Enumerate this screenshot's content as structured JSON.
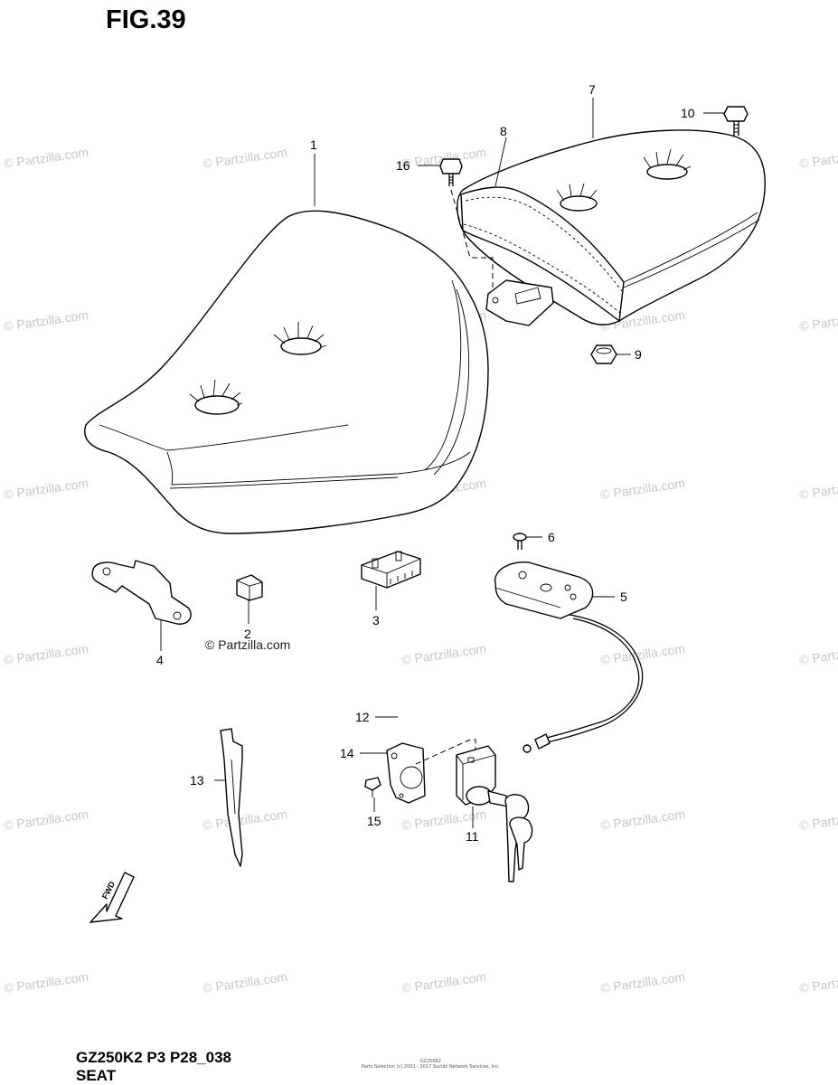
{
  "figure": {
    "title": "FIG.39",
    "model_code": "GZ250K2 P3 P28_038",
    "section_name": "SEAT",
    "footer_small_1": "GZ250K2",
    "footer_small_2": "Parts Selection (c) 2001 - 2017 Suzuki Network Services, Inc."
  },
  "watermark": {
    "text": "© Partzilla.com",
    "copyright_note": "© Partzilla.com"
  },
  "callouts": [
    {
      "id": "1",
      "part": "seat-front"
    },
    {
      "id": "2",
      "part": "cushion-nut"
    },
    {
      "id": "3",
      "part": "seat-cushion-block"
    },
    {
      "id": "4",
      "part": "seat-bracket"
    },
    {
      "id": "5",
      "part": "lock-plate-cable"
    },
    {
      "id": "6",
      "part": "screw"
    },
    {
      "id": "7",
      "part": "seat-rear"
    },
    {
      "id": "8",
      "part": "seat-belt-strap"
    },
    {
      "id": "9",
      "part": "nut"
    },
    {
      "id": "10",
      "part": "bolt"
    },
    {
      "id": "11",
      "part": "seat-lock-key"
    },
    {
      "id": "12",
      "part": "bolt"
    },
    {
      "id": "13",
      "part": "cable-clamp"
    },
    {
      "id": "14",
      "part": "lock-bracket"
    },
    {
      "id": "15",
      "part": "screw"
    },
    {
      "id": "16",
      "part": "bolt"
    }
  ],
  "fwd_arrow": {
    "label": "FWD"
  }
}
